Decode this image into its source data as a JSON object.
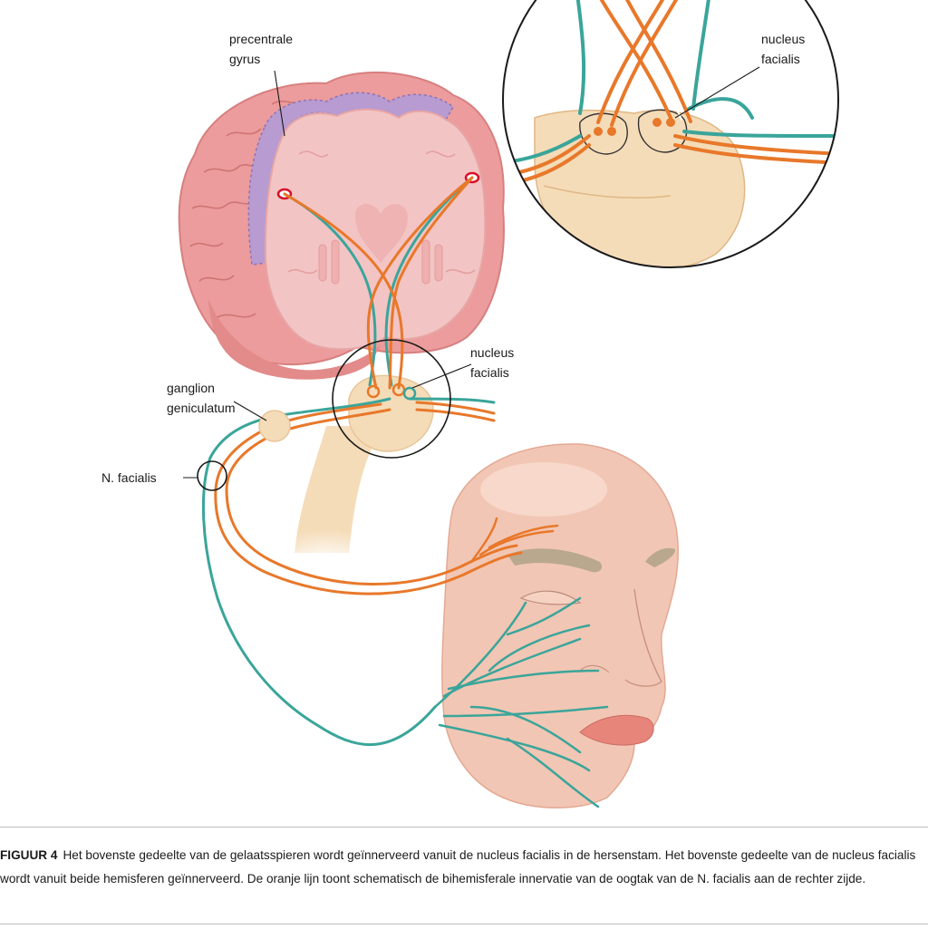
{
  "labels": {
    "precentral_line1": "precentrale",
    "precentral_line2": "gyrus",
    "nucleus_top_line1": "nucleus",
    "nucleus_top_line2": "facialis",
    "nucleus_mid_line1": "nucleus",
    "nucleus_mid_line2": "facialis",
    "ganglion_line1": "ganglion",
    "ganglion_line2": "geniculatum",
    "nervus": "N. facialis"
  },
  "caption": {
    "figure_label": "FIGUUR 4",
    "text": "Het bovenste gedeelte van de gelaatsspieren wordt geïnnerveerd vanuit de nucleus facialis in de hersenstam. Het bovenste gedeelte van de nucleus facialis wordt vanuit beide hemisferen geïnnerveerd. De oranje lijn toont schematisch de bihemisferale innervatie van de oogtak van de N. facialis aan de rechter zijde."
  },
  "colors": {
    "orange": "#e8782a",
    "teal": "#3aa59a",
    "brain": "#ec9c9c",
    "brain_inner": "#f3c4c4",
    "gyrus": "#b79bd1",
    "brainstem": "#f5dcb8",
    "skin": "#f2c6b4",
    "eyebrow": "#b9a88e",
    "lips": "#e8857a",
    "nucleus_dot": "#d9102a"
  }
}
